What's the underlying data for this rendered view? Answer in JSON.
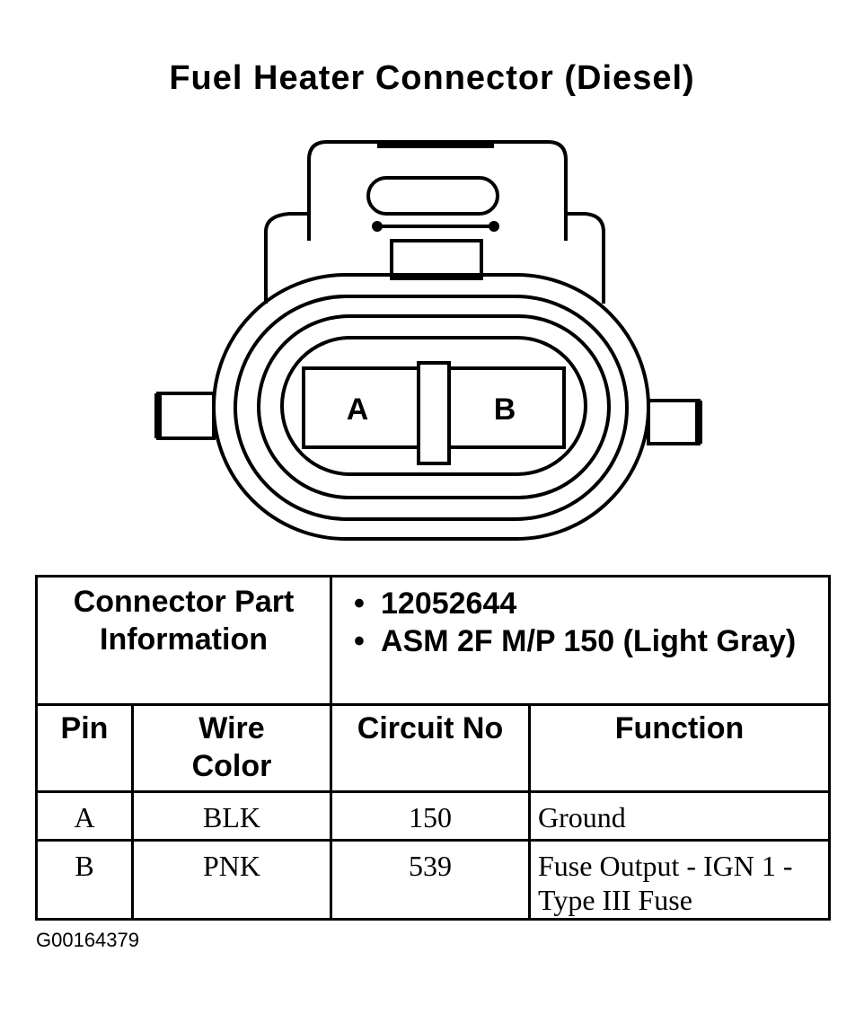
{
  "title": "Fuel Heater Connector (Diesel)",
  "connector": {
    "pins": [
      "A",
      "B"
    ]
  },
  "part_info": {
    "label_line1": "Connector Part",
    "label_line2": "Information",
    "items": [
      "12052644",
      "ASM 2F M/P 150 (Light Gray)"
    ]
  },
  "table": {
    "headers": {
      "pin": "Pin",
      "wire_color_line1": "Wire",
      "wire_color_line2": "Color",
      "circuit_no": "Circuit No",
      "function": "Function"
    },
    "rows": [
      {
        "pin": "A",
        "wire_color": "BLK",
        "circuit": "150",
        "function": "Ground"
      },
      {
        "pin": "B",
        "wire_color": "PNK",
        "circuit": "539",
        "function": "Fuse Output - IGN 1 - Type III Fuse"
      }
    ]
  },
  "figure_id": "G00164379"
}
